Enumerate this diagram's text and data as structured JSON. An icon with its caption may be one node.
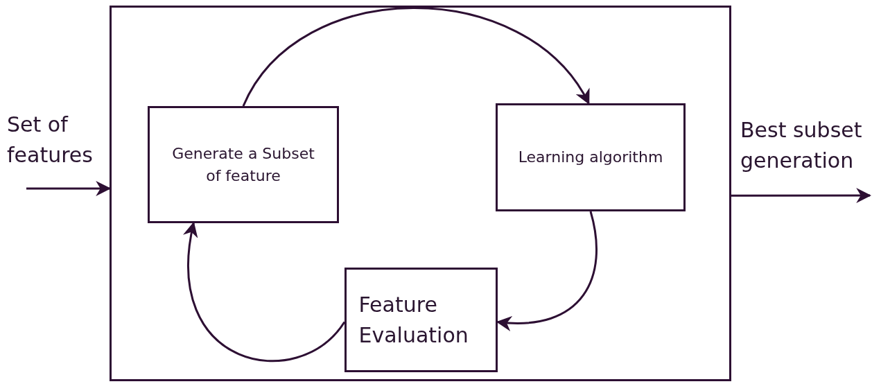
{
  "diagram": {
    "nodes": [
      {
        "text": [],
        "shape": "box"
      },
      {
        "text": [
          "Generate a Subset of feature"
        ],
        "in": 0
      },
      {
        "text": [
          "Learning algorithm"
        ],
        "in": 0
      },
      {
        "text": [
          "Feature Evaluation"
        ],
        "in": 0
      }
    ],
    "edges": [
      {
        "from": 1,
        "to": 2,
        "arrow": "to"
      },
      {
        "from": 2,
        "to": 3,
        "arrow": "to"
      },
      {
        "from": 3,
        "to": 1,
        "arrow": "to"
      },
      {
        "from": null,
        "to": 0,
        "arrow": "to"
      },
      {
        "from": 0,
        "to": null,
        "arrow": "to"
      }
    ],
    "labels": [
      "Set of features",
      "Best subset generation"
    ]
  }
}
